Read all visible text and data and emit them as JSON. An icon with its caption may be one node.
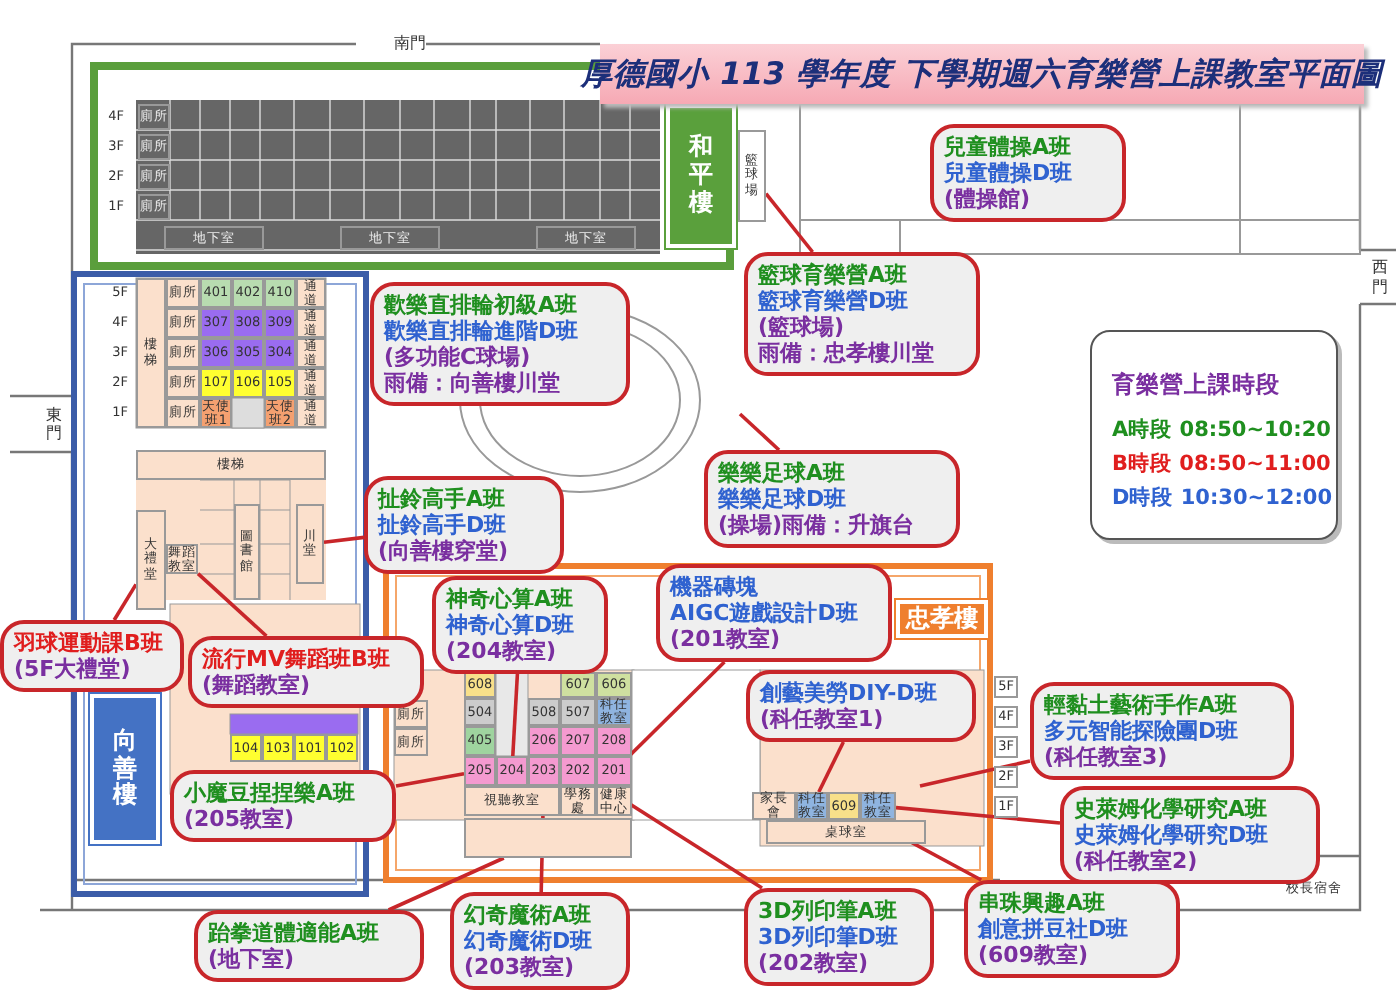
{
  "diagram": {
    "title": "厚德國小 113 學年度 下學期週六育樂營上課教室平面圖",
    "nodes": [
      {
        "text": [
          "和平樓"
        ]
      },
      {
        "text": [
          "籃球場"
        ]
      },
      {
        "text": [
          "兒童體操A班",
          "兒童體操D班",
          "(體操館)"
        ]
      },
      {
        "text": [
          "歡樂直排輪初級A班",
          "歡樂直排輪進階D班",
          "(多功能C球場)",
          "雨備：向善樓川堂"
        ]
      },
      {
        "text": [
          "籃球育樂營A班",
          "籃球育樂營D班",
          "(籃球場)",
          "雨備：忠孝樓川堂"
        ]
      },
      {
        "text": [
          "育樂營上課時段",
          "A時段 08:50~10:20",
          "B時段 08:50~11:00",
          "D時段 10:30~12:00"
        ]
      },
      {
        "text": [
          "樂樂足球A班",
          "樂樂足球D班",
          "(操場)雨備：升旗台"
        ]
      },
      {
        "text": [
          "川堂"
        ]
      },
      {
        "text": [
          "扯鈴高手A班",
          "扯鈴高手D班",
          "(向善樓穿堂)"
        ]
      },
      {
        "text": [
          "大禮堂"
        ]
      },
      {
        "text": [
          "舞蹈教室"
        ]
      },
      {
        "text": [
          "羽球運動課B班",
          "(5F大禮堂)"
        ]
      },
      {
        "text": [
          "流行MV舞蹈班B班",
          "(舞蹈教室)"
        ]
      },
      {
        "text": [
          "向善樓"
        ]
      },
      {
        "text": [
          "忠孝樓"
        ]
      },
      {
        "text": [
          "神奇心算A班",
          "神奇心算D班",
          "(204教室)"
        ]
      },
      {
        "text": [
          "機器磚塊",
          "AIGC遊戲設計D班",
          "(201教室)"
        ]
      },
      {
        "text": [
          "創藝美勞DIY-D班",
          "(科任教室1)"
        ]
      },
      {
        "text": [
          "科任教室"
        ]
      },
      {
        "text": [
          "609"
        ]
      },
      {
        "text": [
          "科任教室"
        ]
      },
      {
        "text": [
          "205"
        ]
      },
      {
        "text": [
          "204"
        ]
      },
      {
        "text": [
          "203"
        ]
      },
      {
        "text": [
          "202"
        ]
      },
      {
        "text": [
          "201"
        ]
      },
      {
        "text": [
          "小魔豆捏捏樂A班",
          "(205教室)"
        ]
      },
      {
        "text": [
          "輕黏土藝術手作A班",
          "多元智能探險團D班",
          "(科任教室3)"
        ]
      },
      {
        "text": [
          "史萊姆化學研究A班",
          "史萊姆化學研究D班",
          "(科任教室2)"
        ]
      },
      {
        "text": [
          "跆拳道體適能A班",
          "(地下室)"
        ]
      },
      {
        "text": [
          "幻奇魔術A班",
          "幻奇魔術D班",
          "(203教室)"
        ]
      },
      {
        "text": [
          "3D列印筆A班",
          "3D列印筆D班",
          "(202教室)"
        ]
      },
      {
        "text": [
          "串珠興趣A班",
          "創意拼豆社D班",
          "(609教室)"
        ]
      },
      {
        "text": [],
        "shape": "box"
      }
    ],
    "edges": [
      {
        "from": 4,
        "to": 1,
        "arrow": "none"
      },
      {
        "from": 6,
        "to": null,
        "arrow": "none"
      },
      {
        "from": 8,
        "to": 7,
        "arrow": "none"
      },
      {
        "from": 11,
        "to": 9,
        "arrow": "none"
      },
      {
        "from": 12,
        "to": 10,
        "arrow": "none"
      },
      {
        "from": 15,
        "to": 22,
        "arrow": "none"
      },
      {
        "from": 16,
        "to": 25,
        "arrow": "none"
      },
      {
        "from": 17,
        "to": 18,
        "arrow": "none"
      },
      {
        "from": 26,
        "to": 21,
        "arrow": "none"
      },
      {
        "from": 27,
        "to": null,
        "arrow": "none"
      },
      {
        "from": 28,
        "to": 20,
        "arrow": "none"
      },
      {
        "from": 29,
        "to": 33,
        "arrow": "none"
      },
      {
        "from": 30,
        "to": 23,
        "arrow": "none"
      },
      {
        "from": 31,
        "to": 24,
        "arrow": "none"
      },
      {
        "from": 32,
        "to": 19,
        "arrow": "none"
      }
    ],
    "labels": [
      "南門",
      "東門",
      "西門",
      "4F",
      "3F",
      "2F",
      "1F",
      "廁所",
      "廁所",
      "廁所",
      "廁所",
      "地下室",
      "地下室",
      "地下室",
      "5F",
      "4F",
      "3F",
      "2F",
      "1F",
      "樓梯",
      "廁所",
      "廁所",
      "廁所",
      "廁所",
      "廁所",
      "401",
      "402",
      "410",
      "307",
      "308",
      "309",
      "306",
      "305",
      "304",
      "107",
      "106",
      "105",
      "天使班1",
      "天使班2",
      "通道",
      "通道",
      "通道",
      "通道",
      "通道",
      "樓梯",
      "圖書館",
      "104",
      "103",
      "101",
      "102",
      "608",
      "607",
      "606",
      "504",
      "508",
      "507",
      "科任教室",
      "405",
      "206",
      "207",
      "208",
      "視聽教室",
      "學務處",
      "健康中心",
      "廁所",
      "廁所",
      "家長會",
      "桌球室",
      "5F",
      "4F",
      "3F",
      "2F",
      "1F",
      "校長宿舍"
    ]
  }
}
